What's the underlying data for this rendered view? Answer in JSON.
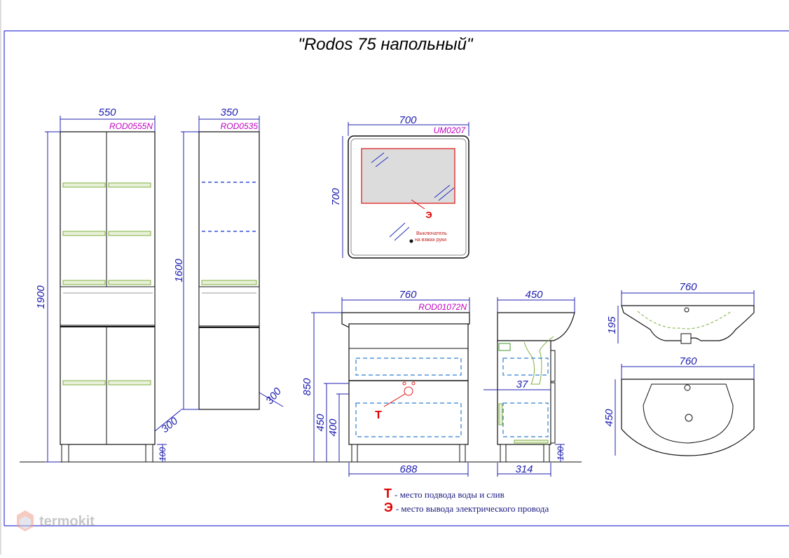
{
  "title": "\"Rodos 75 напольный\"",
  "tall_cabinet": {
    "code": "ROD0555N",
    "width": "550",
    "height": "1900",
    "depth": "300",
    "legs": "100"
  },
  "narrow_cabinet": {
    "code": "ROD0535",
    "width": "350",
    "height": "1600",
    "depth": "300"
  },
  "mirror": {
    "code": "UM0207",
    "width": "700",
    "height": "700",
    "switch_note_line1": "Выключатель",
    "switch_note_line2": "на взмах руки",
    "electric_marker": "Э"
  },
  "vanity_front": {
    "code": "ROD01072N",
    "width": "760",
    "height": "850",
    "inner_width": "688",
    "dim_450": "450",
    "dim_400": "400",
    "water_marker": "Т"
  },
  "vanity_side": {
    "depth": "450",
    "inner_depth": "314",
    "offset": "37",
    "legs": "100"
  },
  "basin_side": {
    "width": "760",
    "height": "195"
  },
  "basin_top": {
    "width": "760",
    "depth": "450"
  },
  "legend": {
    "water_glyph": "Т",
    "water_text": "- место подвода воды и слив",
    "electric_glyph": "Э",
    "electric_text": "- место вывода электрического провода"
  },
  "watermark": {
    "brand": "termokit"
  },
  "colors": {
    "frame_line": "#3a3ad8",
    "dimension": "#2020b0",
    "product_code": "#c000c0",
    "marker_red": "#e00000",
    "shelf_green": "#80b040"
  }
}
